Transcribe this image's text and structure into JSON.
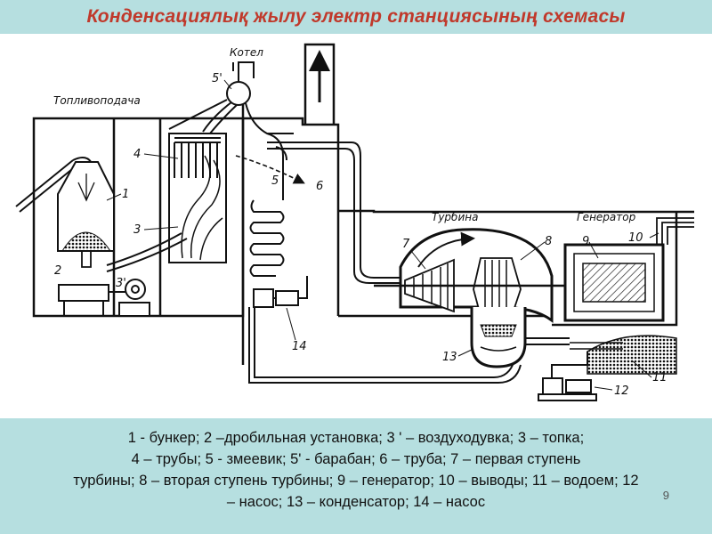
{
  "title": "Конденсациялық жылу электр станциясының схемасы",
  "diagram": {
    "labels": {
      "boiler": "Котел",
      "fuel_supply": "Топливоподача",
      "turbine": "Турбина",
      "generator": "Генератор"
    },
    "numbers": {
      "n1": "1",
      "n2": "2",
      "n3": "3",
      "n3p": "3'",
      "n4": "4",
      "n5": "5",
      "n5p": "5'",
      "n6": "6",
      "n7": "7",
      "n8": "8",
      "n9": "9",
      "n10": "10",
      "n11": "11",
      "n12": "12",
      "n13": "13",
      "n14": "14"
    }
  },
  "caption": {
    "line1": "1 - бункер; 2 –дробильная установка; 3 ' – воздуходувка; 3 – топка;",
    "line2": "4 – трубы; 5 - змеевик; 5' - барабан; 6 – труба; 7 – первая ступень",
    "line3": "турбины; 8 – вторая ступень турбины; 9 – генератор; 10 – выводы; 11 – водоем; 12",
    "line4": "– насос; 13 – конденсатор; 14 – насос"
  },
  "slide_number": "9"
}
